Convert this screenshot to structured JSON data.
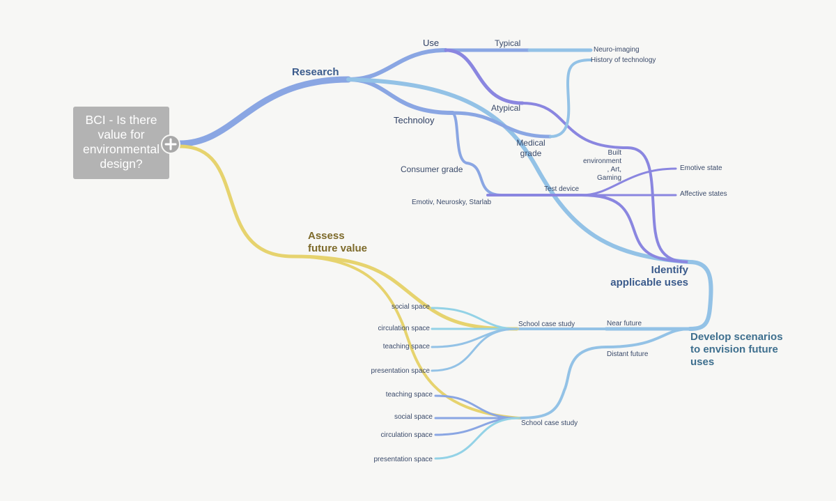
{
  "root": {
    "lines": [
      "BCI - Is there",
      "value for",
      "environmental",
      "design?"
    ]
  },
  "nodes": {
    "research": "Research",
    "use": "Use",
    "typical": "Typical",
    "neuro_imaging": "Neuro-imaging",
    "history_of_technology": "History of technology",
    "atypical": "Atypical",
    "technoloy": "Technoloy",
    "medical_grade_1": "Medical",
    "medical_grade_2": "grade",
    "consumer_grade": "Consumer grade",
    "emotiv": "Emotiv, Neurosky, Starlab",
    "test_device": "Test device",
    "built_env_1": "Built",
    "built_env_2": "environment",
    "built_env_3": ", Art,",
    "built_env_4": "Gaming",
    "emotive_state": "Emotive state",
    "affective_states": "Affective states",
    "identify_1": "Identify",
    "identify_2": "applicable uses",
    "assess_1": "Assess",
    "assess_2": "future value",
    "develop_1": "Develop scenarios",
    "develop_2": "to envision future",
    "develop_3": "uses",
    "near_future": "Near future",
    "distant_future": "Distant future",
    "school_case_study_1": "School case study",
    "school_case_study_2": "School case study",
    "social_space_1": "social space",
    "circulation_space_1": "circulation space",
    "teaching_space_1": "teaching space",
    "presentation_space_1": "presentation space",
    "teaching_space_2": "teaching space",
    "social_space_2": "social space",
    "circulation_space_2": "circulation space",
    "presentation_space_2": "presentation space"
  },
  "colors": {
    "background": "#f7f7f5",
    "root_box": "#b3b3b3",
    "blue": "#8aa6e3",
    "violet": "#8a86e0",
    "sky": "#93c2e6",
    "gold": "#e6d36e"
  },
  "icons": {
    "expand": "plus-circle-icon"
  }
}
